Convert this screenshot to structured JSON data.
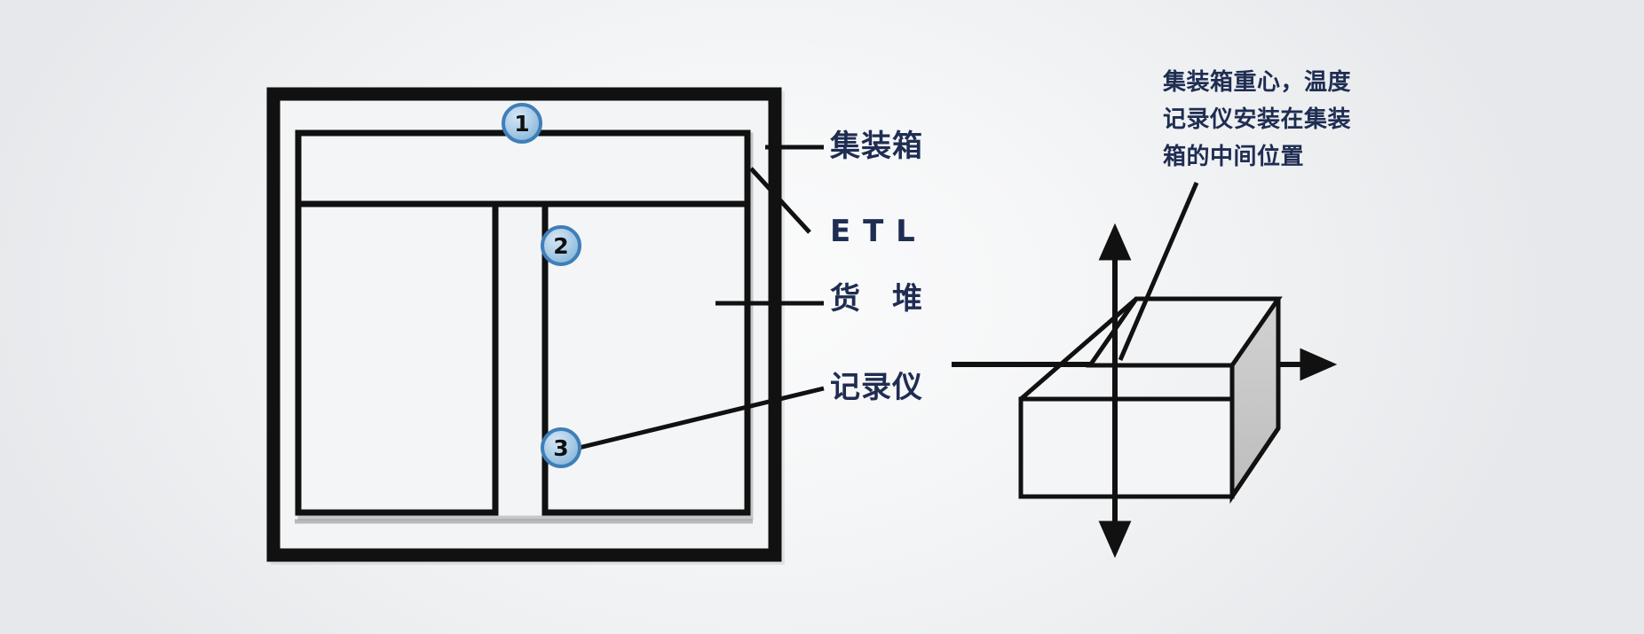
{
  "diagram": {
    "title_text_color": "#1f2d52",
    "background_color": "#f2f3f5",
    "line_color": "#111111",
    "marker_fill_color": "#a8c8e4",
    "marker_ring_color": "#3f7fb8",
    "box_shade_color": "#c6c6c6"
  },
  "plan": {
    "markers": [
      {
        "id": "1",
        "label": "1"
      },
      {
        "id": "2",
        "label": "2"
      },
      {
        "id": "3",
        "label": "3"
      }
    ],
    "callouts": [
      {
        "id": "container",
        "text": "集装箱"
      },
      {
        "id": "etl",
        "text": "E T L"
      },
      {
        "id": "cargo-stack",
        "text": "货　堆"
      },
      {
        "id": "recorder",
        "text": "记录仪"
      }
    ]
  },
  "axes_view": {
    "annotation": "集装箱重心，温度\n记录仪安装在集装\n箱的中间位置"
  }
}
